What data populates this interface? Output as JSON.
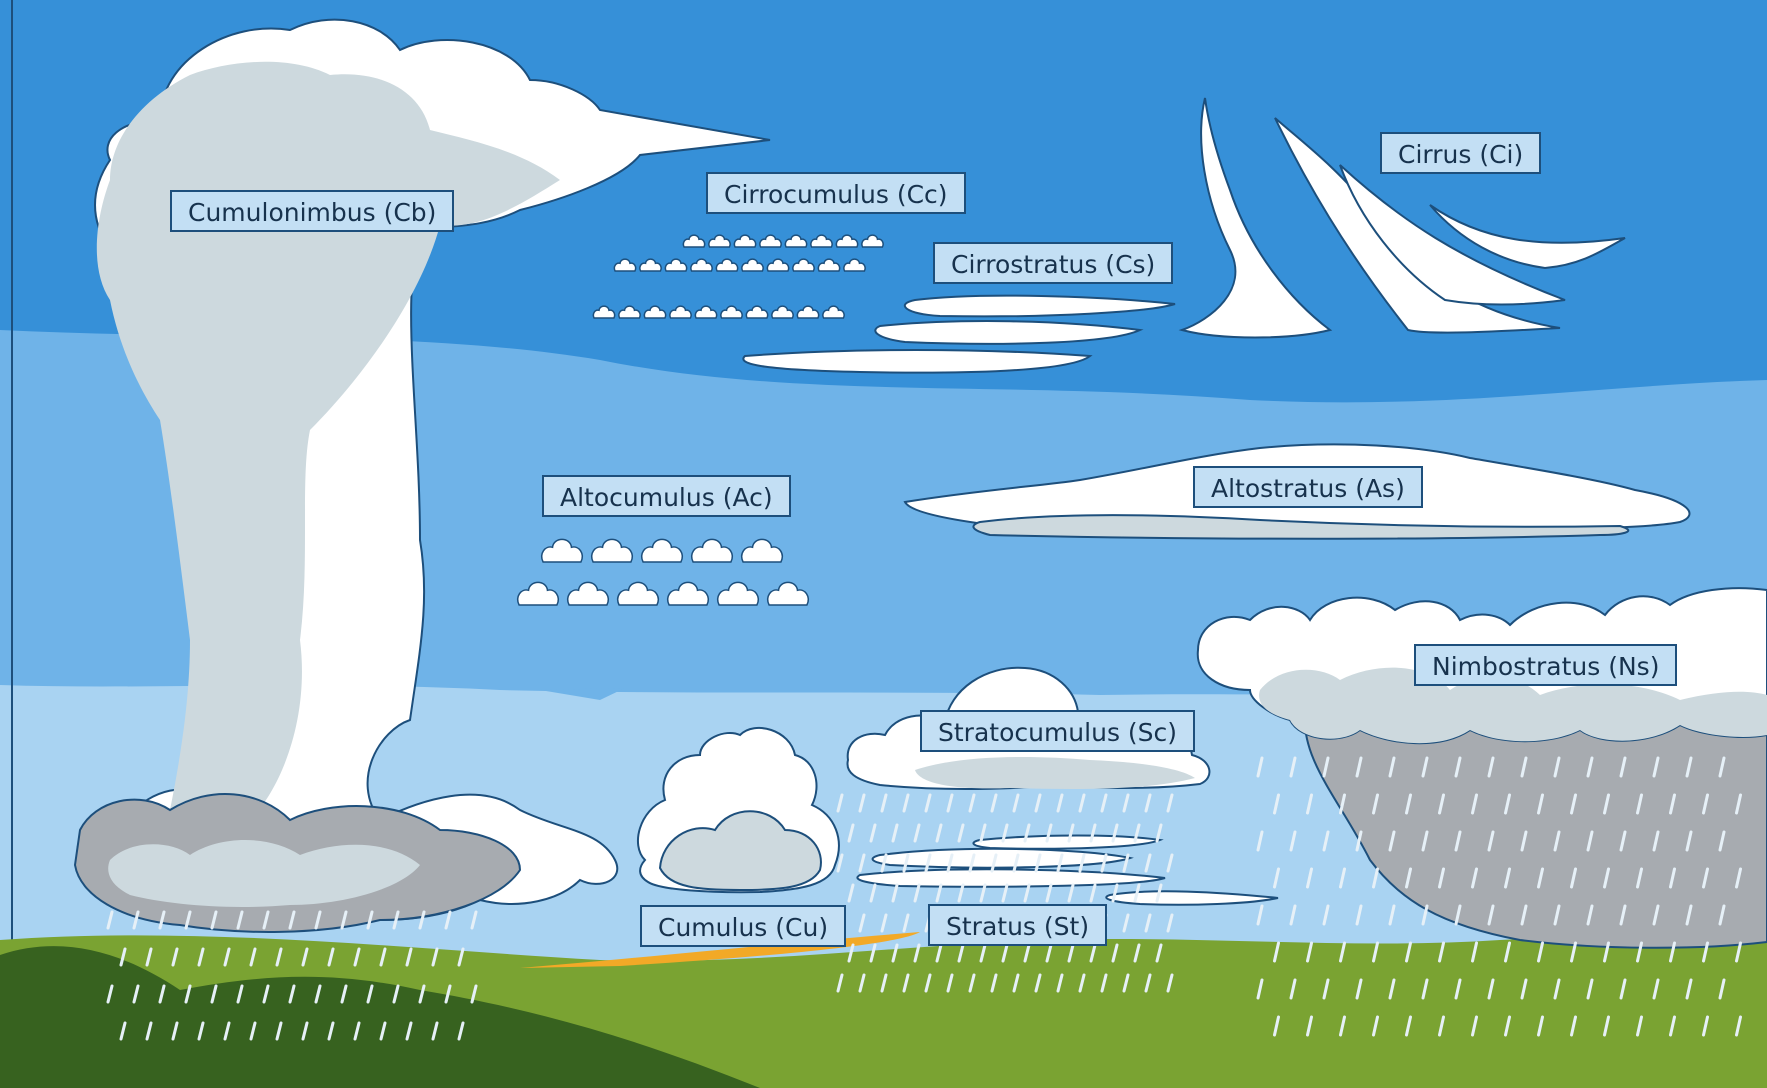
{
  "colors": {
    "sky_high": "#3690d8",
    "sky_mid": "#6fb3e8",
    "sky_low": "#a9d3f2",
    "cloud_white": "#ffffff",
    "cloud_shade": "#cdd9de",
    "storm_gray": "#a7abb0",
    "outline": "#1d4f7c",
    "grass": "#7aa332",
    "hill_dark": "#37621f",
    "sunset": "#f2a927",
    "rain": "#e6f0f7"
  },
  "labels": {
    "cumulonimbus": "Cumulonimbus (Cb)",
    "cirrocumulus": "Cirrocumulus (Cc)",
    "cirrostratus": "Cirrostratus (Cs)",
    "cirrus": "Cirrus (Ci)",
    "altocumulus": "Altocumulus (Ac)",
    "altostratus": "Altostratus (As)",
    "nimbostratus": "Nimbostratus (Ns)",
    "stratocumulus": "Stratocumulus (Sc)",
    "cumulus": "Cumulus (Cu)",
    "stratus": "Stratus (St)"
  },
  "layers": {
    "cirrocumulus_puffs_per_row": [
      8,
      10,
      10
    ],
    "altocumulus_puffs_per_row": [
      5,
      6
    ]
  }
}
